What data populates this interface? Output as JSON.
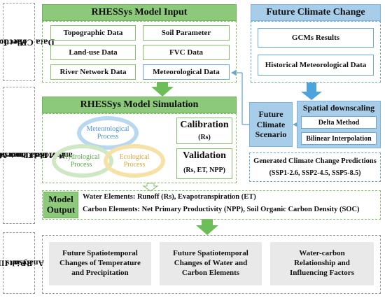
{
  "part1": {
    "label_line1": "Part I:",
    "label_line2": "Data Collection"
  },
  "part2": {
    "label_line1": "Part II : Future Meteorological",
    "label_line2": "Data Processing",
    "label_line3": "and Model Construction"
  },
  "part3": {
    "label_line1": "Part III :",
    "label_line2": "Results",
    "label_line3": "Analysis"
  },
  "model_input": {
    "title": "RHESSys Model Input",
    "items": [
      "Topographic Data",
      "Soil Parameter",
      "Land-use Data",
      "FVC Data",
      "River Network Data",
      "Meteorological Data"
    ]
  },
  "climate_change": {
    "title": "Future Climate Change",
    "items": [
      "GCMs Results",
      "Historical Meteorological Data"
    ]
  },
  "simulation": {
    "title": "RHESSys Model Simulation",
    "processes": [
      "Meteorological Process",
      "Hydrological Process",
      "Ecological Process"
    ],
    "calibration_title": "Calibration",
    "calibration_sub": "(Rs)",
    "validation_title": "Validation",
    "validation_sub": "(Rs, ET, NPP)"
  },
  "future_scenario": {
    "line1": "Future",
    "line2": "Climate",
    "line3": "Scenario"
  },
  "downscaling": {
    "title": "Spatial downscaling",
    "items": [
      "Delta Method",
      "Bilinear Interpolation"
    ]
  },
  "predictions": {
    "title": "Generated Climate Change Predictions",
    "sub": "(SSP1-2.6, SSP2-4.5, SSP5-8.5)"
  },
  "model_output": {
    "label_line1": "Model",
    "label_line2": "Output",
    "water": "Water Elements: Runoff (Rs), Evapotranspiration (ET)",
    "carbon": "Carbon Elements: Net Primary Productivity (NPP), Soil Organic Carbon Density (SOC)"
  },
  "results": [
    {
      "l1": "Future Spatiotemporal",
      "l2": "Changes of Temperature",
      "l3": "and Precipitation"
    },
    {
      "l1": "Future Spatiotemporal",
      "l2": "Changes of Water and",
      "l3": "Carbon Elements"
    },
    {
      "l1": "Water-carbon",
      "l2": "Relationship and",
      "l3": "Influencing Factors"
    }
  ],
  "colors": {
    "green": "#8cc97a",
    "blue": "#a7cde9",
    "ellipse_blue": "#b7d8ee",
    "ellipse_green": "#cfe8c4",
    "ellipse_yellow": "#f6e2a6",
    "arrow_green": "#6dbd58",
    "arrow_blue": "#4ea3dc"
  }
}
